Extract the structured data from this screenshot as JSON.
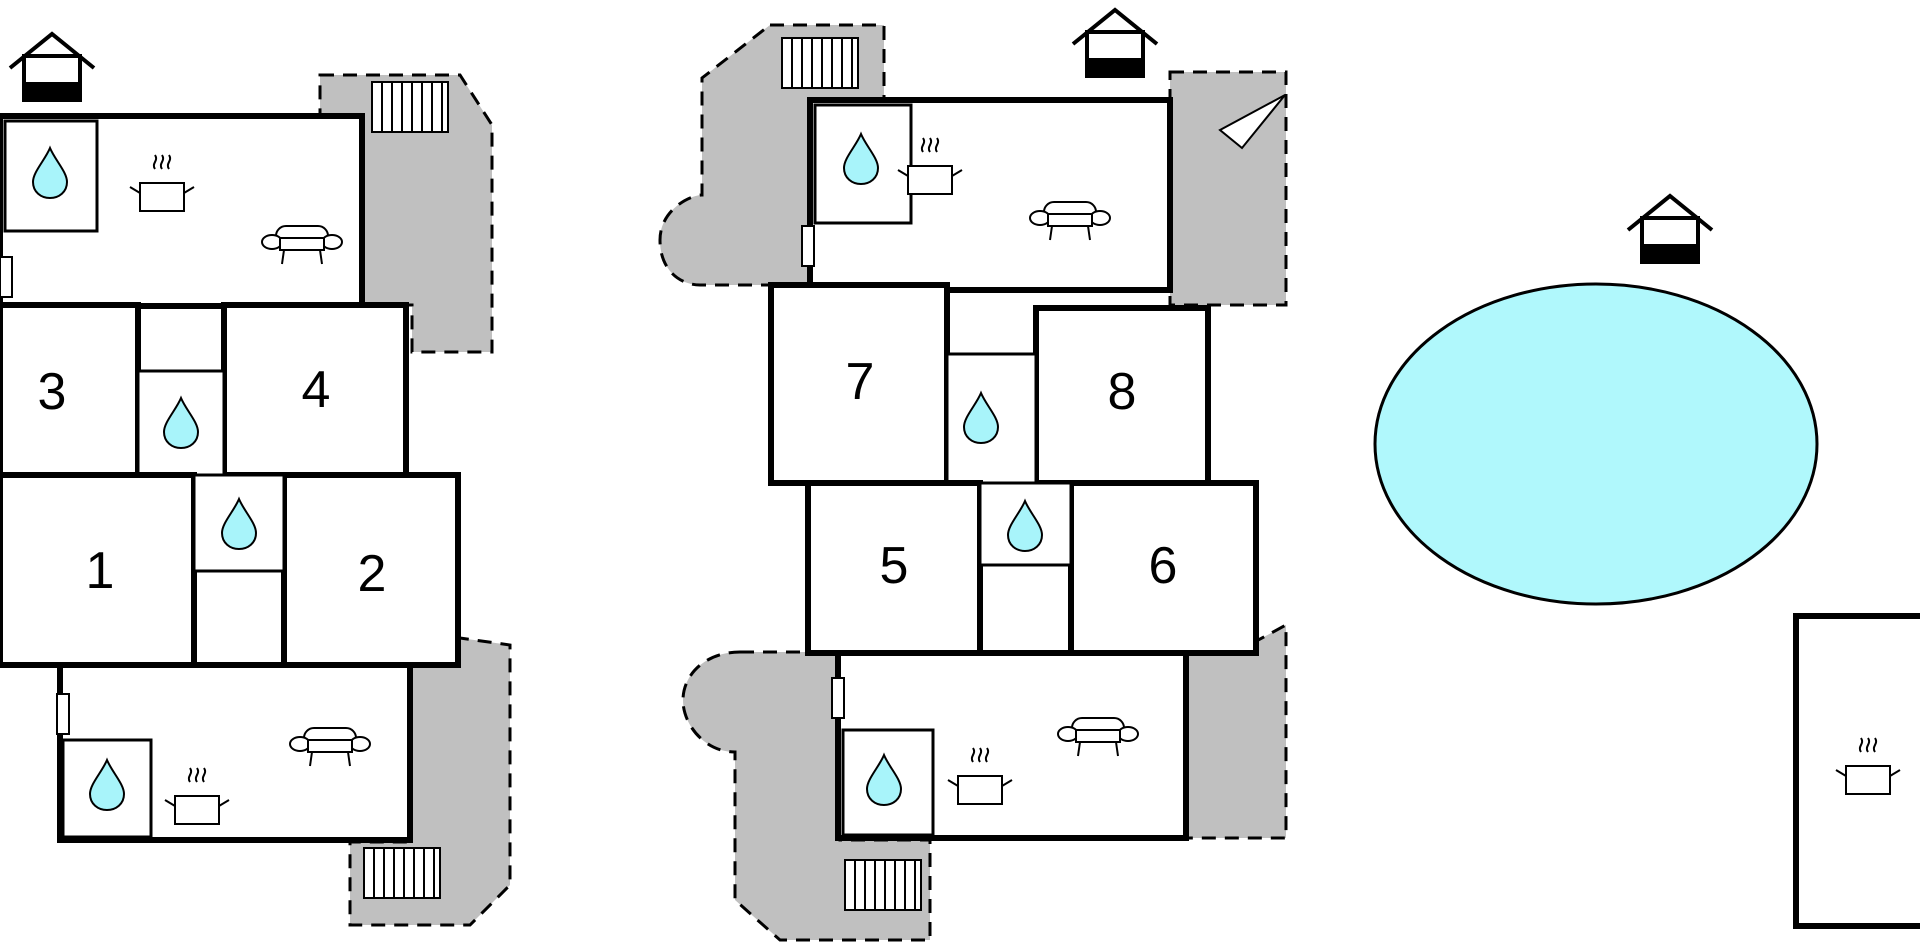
{
  "colors": {
    "wall": "#000000",
    "floor": "#ffffff",
    "terrace": "#c0c0c0",
    "water": "#a8f4fa",
    "pool": "#b0f8fc"
  },
  "icons": {
    "bathroom": "water-drop-icon",
    "kitchen": "cooking-pot-icon",
    "living": "sofa-icon",
    "entrance": "house-icon",
    "stairs": "stairs-icon",
    "bbq": "triangle-icon"
  },
  "room_labels": {
    "left": [
      "3",
      "4",
      "1",
      "2"
    ],
    "middle": [
      "7",
      "8",
      "5",
      "6"
    ]
  }
}
